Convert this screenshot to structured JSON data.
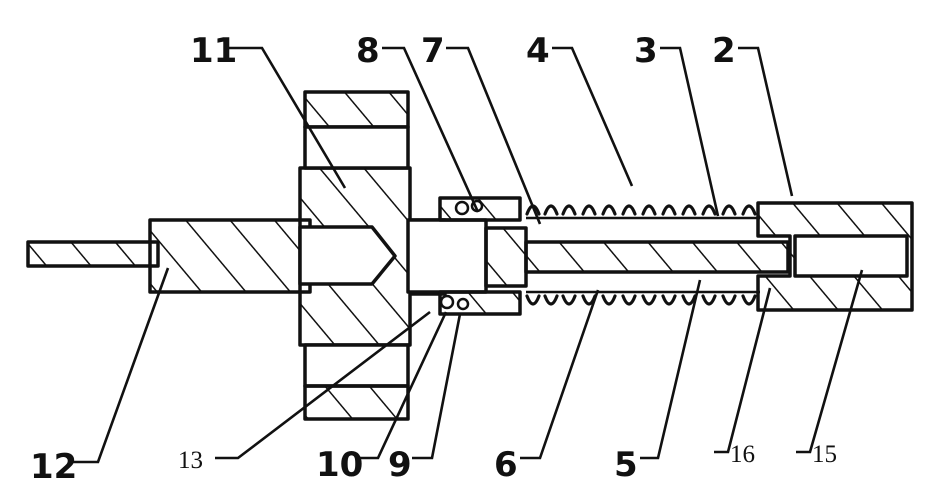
{
  "labels": {
    "l1": "11",
    "l2": "8",
    "l3": "7",
    "l4": "4",
    "l5": "3",
    "l6": "2",
    "l7": "12",
    "l8": "13",
    "l9": "10",
    "l10": "9",
    "l11": "6",
    "l12": "5",
    "l13": "16",
    "l14": "15"
  },
  "colors": {
    "ink": "#111111",
    "background": "#ffffff"
  }
}
